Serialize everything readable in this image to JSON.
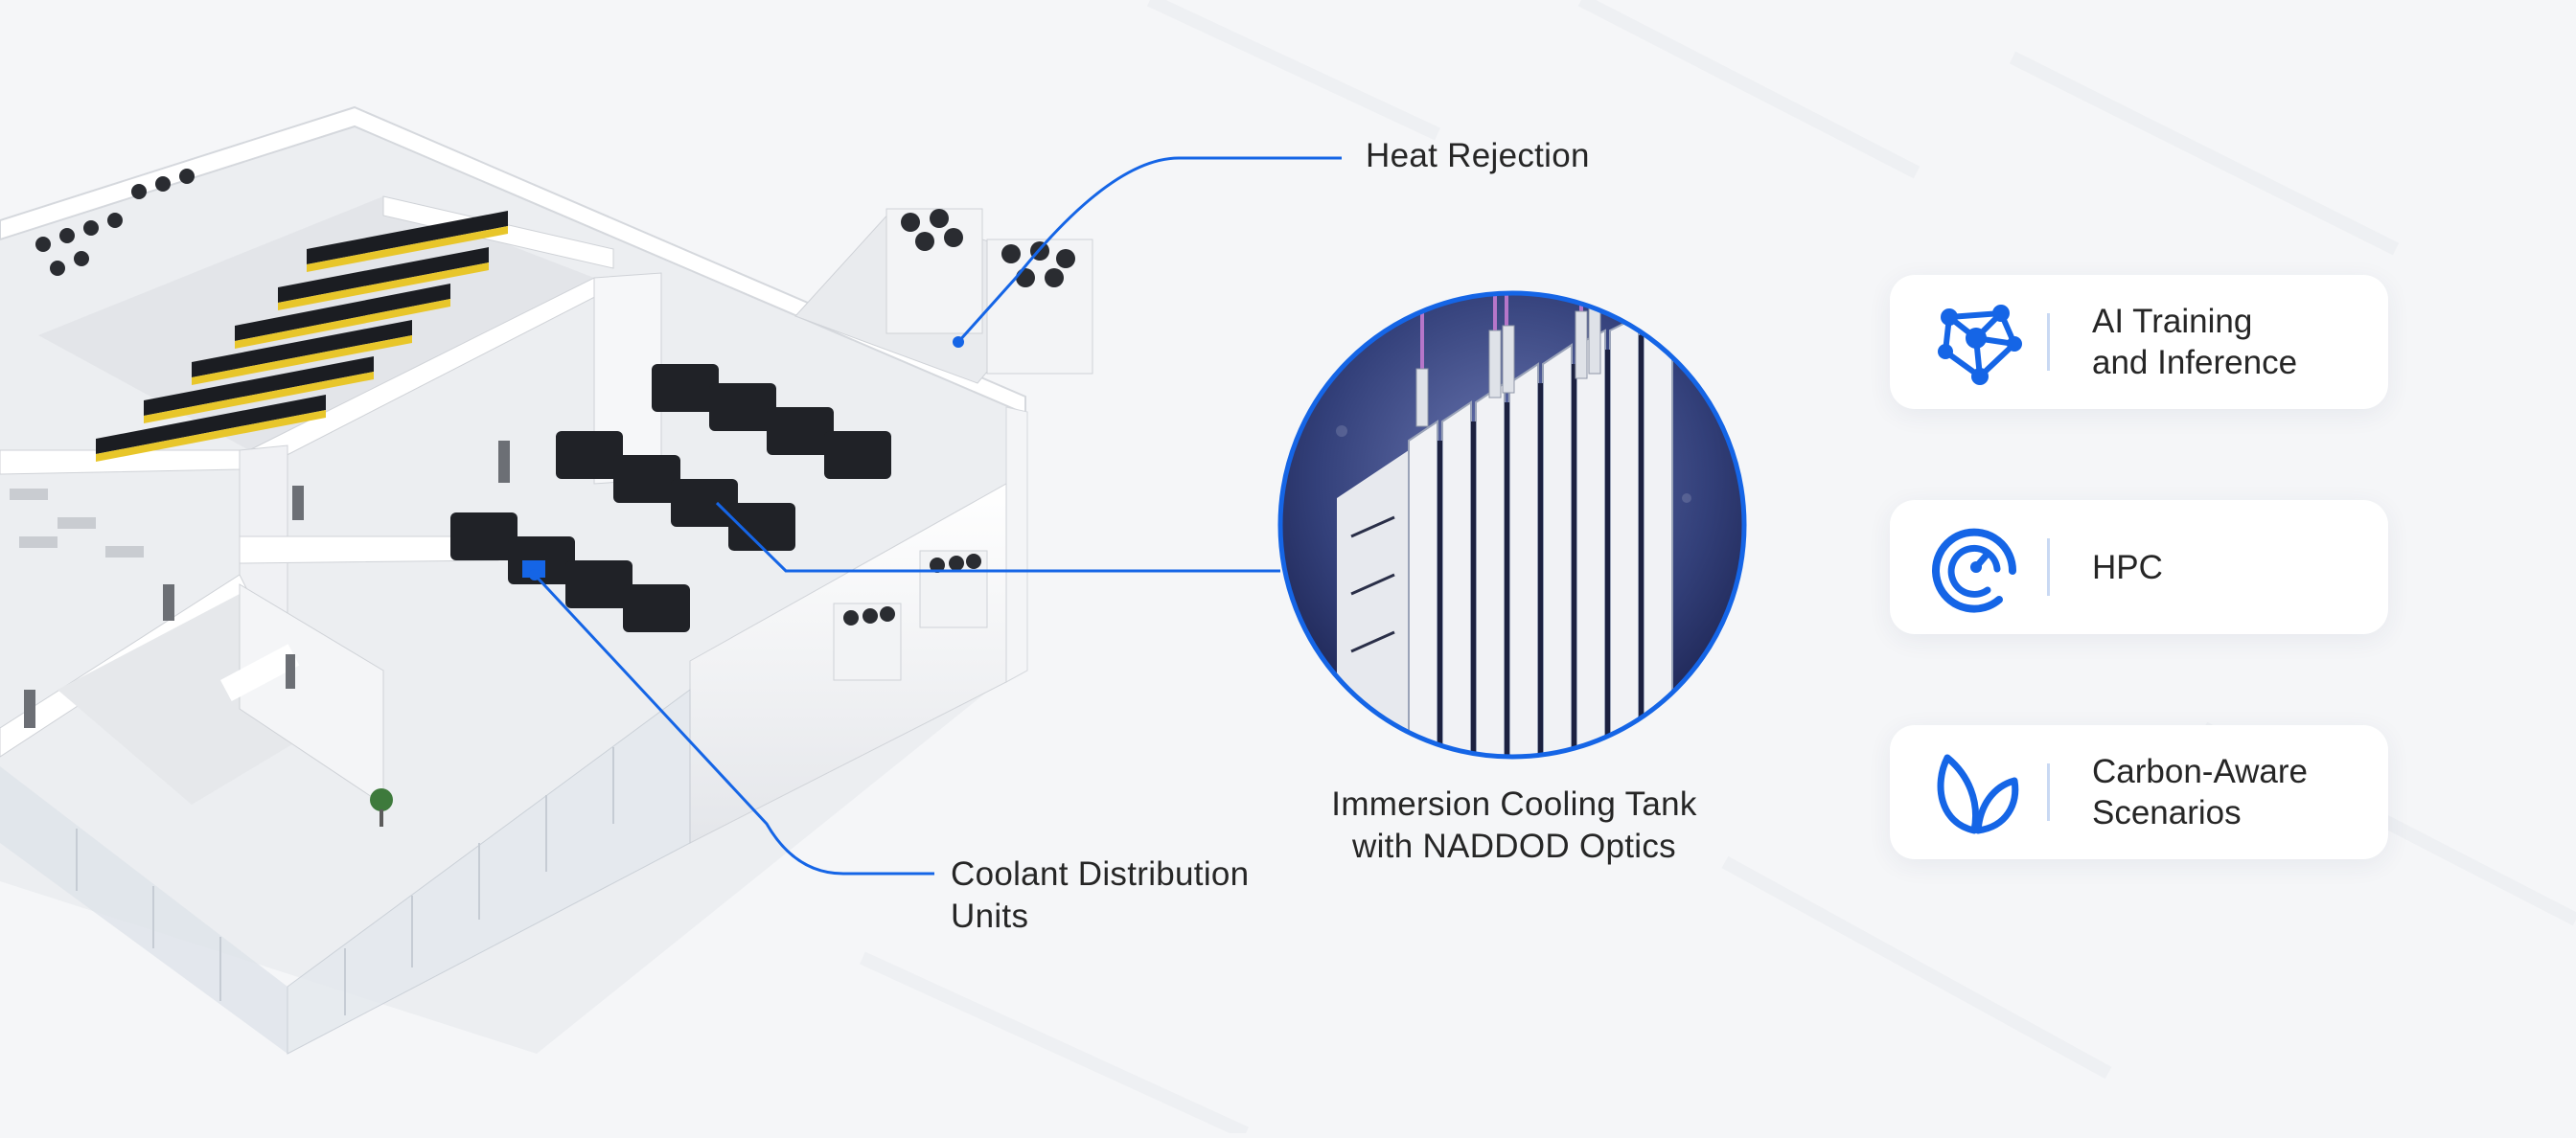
{
  "callouts": {
    "heat_rejection": "Heat Rejection",
    "cdu_line1": "Coolant Distribution",
    "cdu_line2": "Units",
    "tank_line1": "Immersion Cooling Tank",
    "tank_line2": "with NADDOD Optics"
  },
  "features": [
    {
      "line1": "AI Training",
      "line2": "and Inference",
      "icon": "network-nodes-icon"
    },
    {
      "line1": "HPC",
      "line2": "",
      "icon": "speed-gauge-icon"
    },
    {
      "line1": "Carbon-Aware",
      "line2": "Scenarios",
      "icon": "leaf-icon"
    }
  ],
  "colors": {
    "accent": "#1565e6",
    "text": "#262626",
    "background": "#f5f6f8",
    "rack": "#1b1d22",
    "rack_stripe": "#e8c62a"
  }
}
